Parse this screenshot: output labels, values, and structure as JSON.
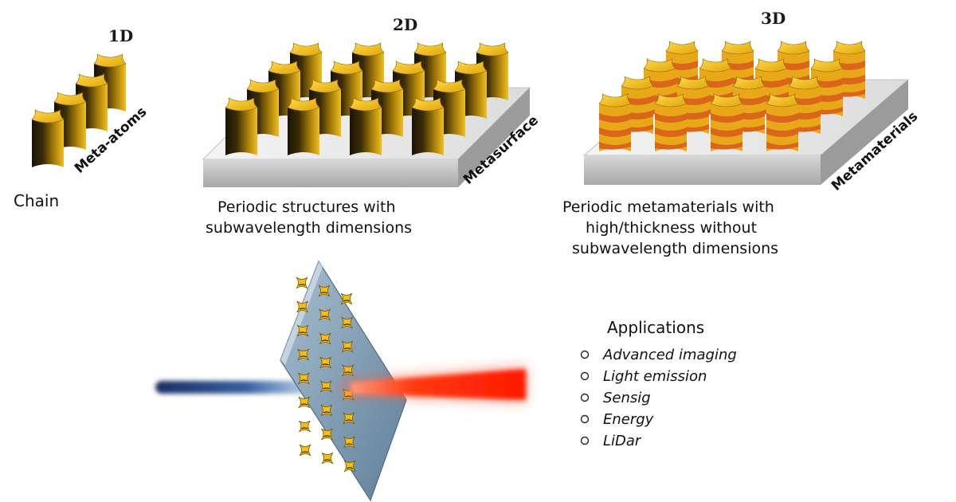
{
  "labels": {
    "dim_1d": "1D",
    "dim_2d": "2D",
    "dim_3d": "3D",
    "meta_atoms": "Meta-atoms",
    "chain": "Chain",
    "metasurface": "Metasurface",
    "metamaterials": "Metamaterials"
  },
  "captions": {
    "caption_2d": [
      "Periodic structures with",
      "subwavelength dimensions"
    ],
    "caption_3d": [
      "Periodic metamaterials with",
      "high/thickness without",
      "subwavelength dimensions"
    ]
  },
  "applications": {
    "title": "Applications",
    "items": [
      "Advanced imaging",
      "Light emission",
      "Sensig",
      "Energy",
      "LiDar"
    ]
  },
  "colors": {
    "gold": "#f3c21b",
    "gold_dark": "#b98a05",
    "orange_band": "#e0781a",
    "substrate_top": "#ececec",
    "substrate_front": "#c8c8c8",
    "substrate_side": "#9a9a9a",
    "blue_beam": "#1f3f7a",
    "red_beam": "#ff2a0a",
    "plate": "#7f9db4"
  },
  "icons": {
    "bullet": "circle-bullet"
  }
}
